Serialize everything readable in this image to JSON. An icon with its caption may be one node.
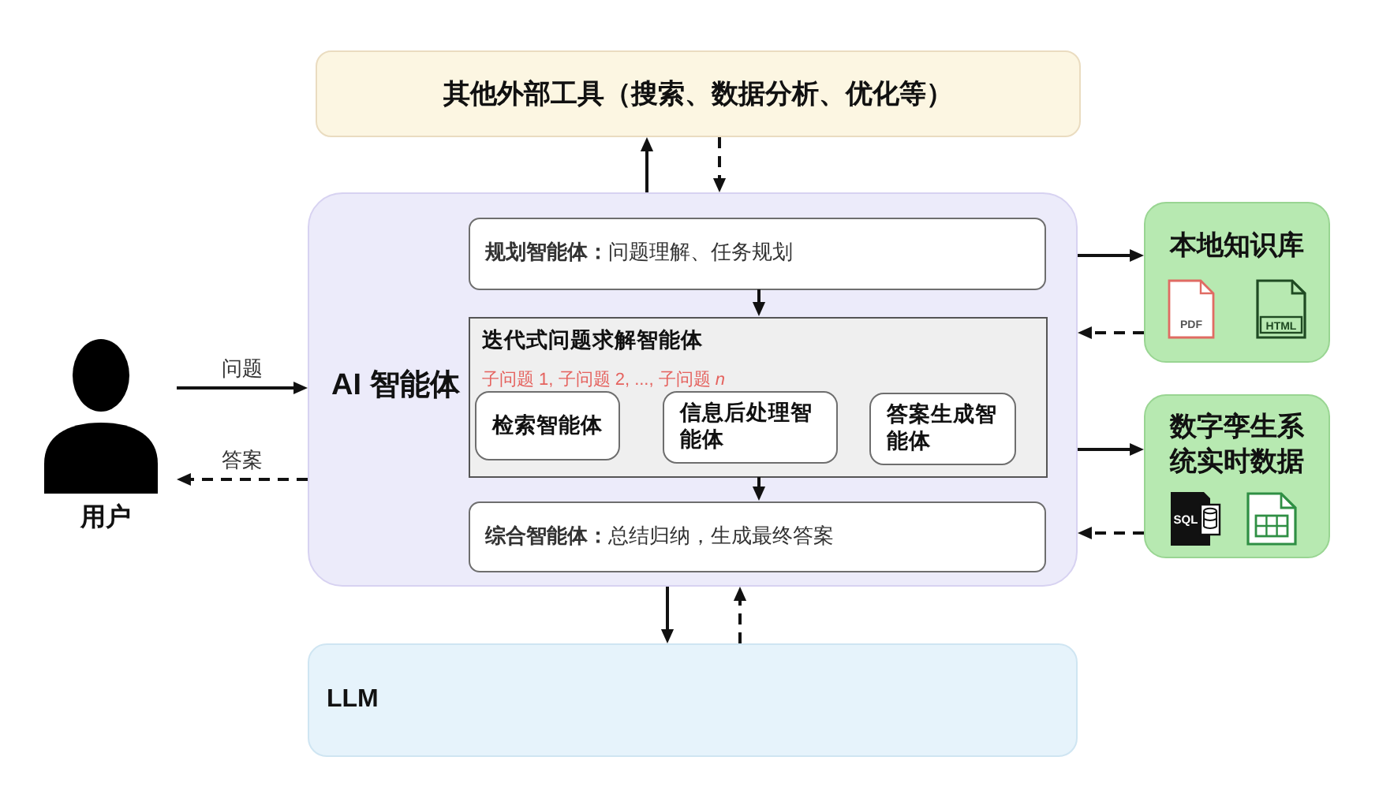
{
  "diagram": {
    "nodes": [
      {
        "text": [
          "其他外部工具（搜索、数据分析、优化等）"
        ]
      },
      {
        "text": [
          "AI 智能体"
        ]
      },
      {
        "text": [
          "**规划智能体：**问题理解、任务规划"
        ],
        "in": 1
      },
      {
        "text": [
          "迭代式问题求解智能体",
          "子问题 1, 子问题 2, ..., 子问题 *n*"
        ],
        "in": 1
      },
      {
        "text": [
          "检索智能体"
        ],
        "in": 3
      },
      {
        "text": [
          "信息后处理智能体"
        ],
        "in": 3
      },
      {
        "text": [
          "答案生成智能体"
        ],
        "in": 3
      },
      {
        "text": [
          "**综合智能体：**总结归纳，生成最终答案"
        ],
        "in": 1
      },
      {
        "text": [
          "用户"
        ]
      },
      {
        "text": [
          "本地知识库"
        ]
      },
      {
        "text": [
          "数字孪生系统实时数据"
        ]
      },
      {
        "text": [
          "LLM"
        ]
      }
    ],
    "edges": [
      {
        "from": 8,
        "to": 1,
        "arrow": "to",
        "label": "问题"
      },
      {
        "from": 1,
        "to": 8,
        "arrow": "to",
        "label": "答案",
        "style": "dashed"
      },
      {
        "from": 1,
        "to": 0,
        "arrow": "to"
      },
      {
        "from": 0,
        "to": 1,
        "arrow": "to",
        "style": "dashed"
      },
      {
        "from": 1,
        "to": 9,
        "arrow": "to"
      },
      {
        "from": 9,
        "to": 1,
        "arrow": "to",
        "style": "dashed"
      },
      {
        "from": 1,
        "to": 10,
        "arrow": "to"
      },
      {
        "from": 10,
        "to": 1,
        "arrow": "to",
        "style": "dashed"
      },
      {
        "from": 1,
        "to": 11,
        "arrow": "to"
      },
      {
        "from": 11,
        "to": 1,
        "arrow": "to",
        "style": "dashed"
      },
      {
        "from": 2,
        "to": 3,
        "arrow": "to"
      },
      {
        "from": 3,
        "to": 7,
        "arrow": "to"
      }
    ],
    "labels": [
      "PDF",
      "HTML",
      "SQL"
    ]
  }
}
